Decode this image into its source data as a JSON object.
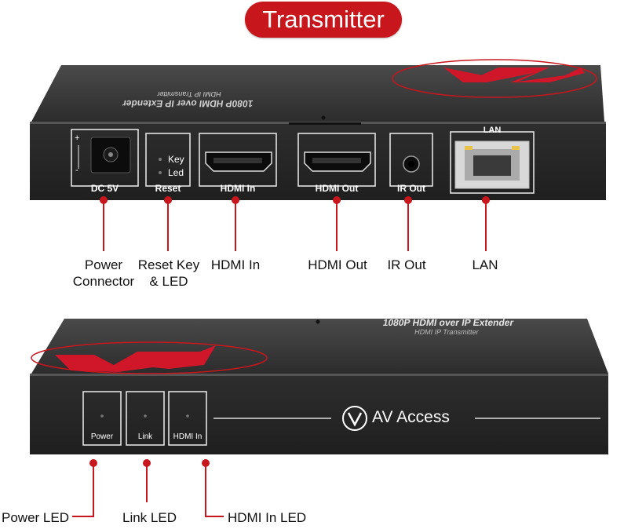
{
  "title": "Transmitter",
  "colors": {
    "accent": "#c8161d",
    "device_body": "#262626",
    "port_label": "#ffffff"
  },
  "top_device": {
    "top_print_line1": "1080P HDMI over IP Extender",
    "top_print_line2": "HDMI IP Transmitter",
    "ports": {
      "dc": "DC 5V",
      "dc_plus": "+",
      "dc_minus": "-",
      "reset": "Reset",
      "key": "Key",
      "led": "Led",
      "hdmi_in": "HDMI In",
      "hdmi_out": "HDMI Out",
      "ir_out": "IR Out",
      "lan": "LAN"
    }
  },
  "top_callouts": {
    "power_line1": "Power",
    "power_line2": "Connector",
    "reset_line1": "Reset Key",
    "reset_line2": "& LED",
    "hdmi_in": "HDMI In",
    "hdmi_out": "HDMI Out",
    "ir_out": "IR Out",
    "lan": "LAN"
  },
  "bottom_device": {
    "top_print_line1": "1080P HDMI over IP Extender",
    "top_print_line2": "HDMI IP Transmitter",
    "leds": {
      "power": "Power",
      "link": "Link",
      "hdmi_in": "HDMI In"
    },
    "brand": "AV Access"
  },
  "bottom_callouts": {
    "power_led": "Power LED",
    "link_led": "Link LED",
    "hdmi_in_led": "HDMI In LED"
  }
}
